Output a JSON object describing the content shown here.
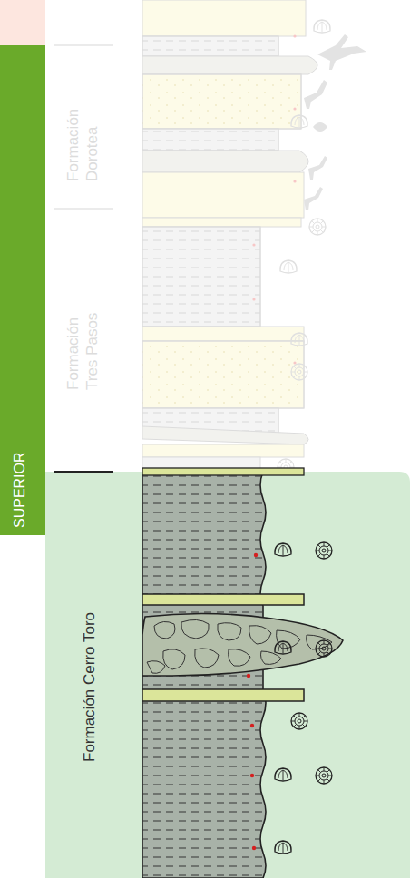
{
  "diagram": {
    "nodes": [
      {
        "text": [
          "SUPERIOR"
        ]
      },
      {
        "text": [
          "Formación Cerro Toro"
        ]
      }
    ],
    "labels": [
      "Formación Tres Pasos",
      "Formación Dorotea"
    ]
  }
}
